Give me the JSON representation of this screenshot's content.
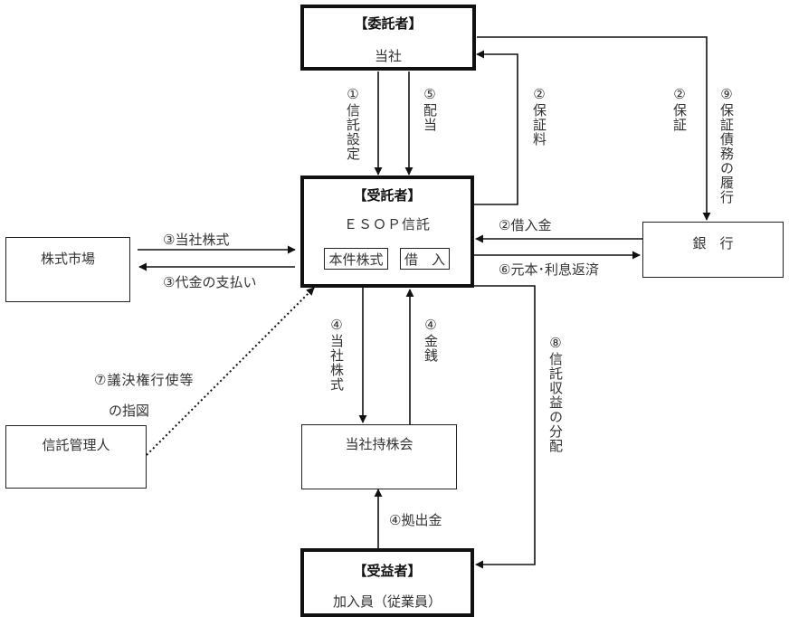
{
  "entities": {
    "entruster": {
      "title": "【委託者】",
      "name": "当社"
    },
    "trustee": {
      "title": "【受託者】",
      "name": "ＥＳＯＰ信託",
      "asset_label": "本件株式",
      "loan_label": "借　入"
    },
    "market": {
      "name": "株式市場"
    },
    "bank": {
      "name": "銀　行"
    },
    "administrator": {
      "name": "信託管理人"
    },
    "association": {
      "name": "当社持株会"
    },
    "beneficiary": {
      "title": "【受益者】",
      "name": "加入員（従業員）"
    }
  },
  "flows": {
    "trust_setting": "①信託設定",
    "dividend": "⑤配当",
    "guarantee_fee": "②保証料",
    "guarantee": "②保証",
    "guarantee_perform": "⑨保証債務の履行",
    "borrowing": "②借入金",
    "repayment": "⑥元本･利息返済",
    "shares_buy": "③当社株式",
    "payment": "③代金の支払い",
    "voting_line1": "⑦議決権行使等",
    "voting_line2": "の指図",
    "shares_to_assoc": "④当社株式",
    "money": "④金銭",
    "trust_income": "⑧信託収益の分配",
    "contribution": "④拠出金"
  }
}
